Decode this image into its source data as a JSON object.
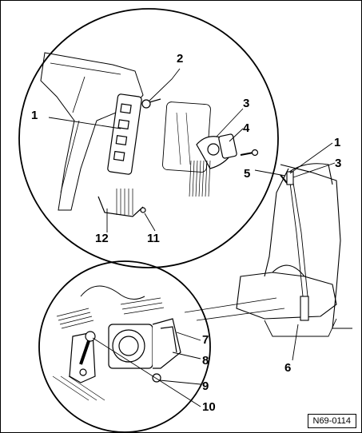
{
  "callouts": {
    "c1_upper": "1",
    "c2": "2",
    "c3_upper": "3",
    "c4": "4",
    "c1_seat": "1",
    "c5": "5",
    "c3_seat": "3",
    "c12": "12",
    "c11": "11",
    "c7": "7",
    "c8": "8",
    "c6": "6",
    "c9": "9",
    "c10": "10"
  },
  "reference_code": "N69-0114",
  "colors": {
    "line": "#000000",
    "background": "#ffffff",
    "shade": "#bdbdbd"
  }
}
